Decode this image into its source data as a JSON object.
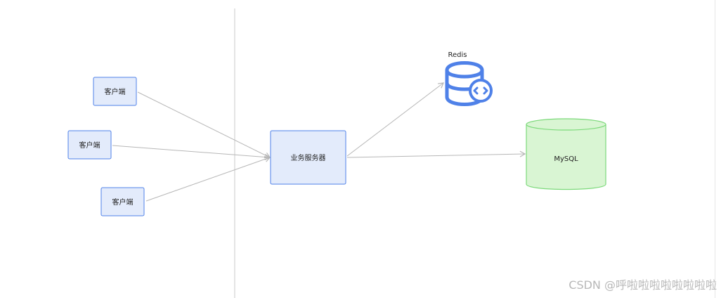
{
  "nodes": {
    "client_1": "客户端",
    "client_2": "客户端",
    "client_3": "客户端",
    "server": "业务服务器",
    "redis": "Redis",
    "mysql": "MySQL"
  },
  "watermark": "CSDN @呼啦啦啦啦啦啦啦啦",
  "colors": {
    "client_fill": "#e3ebfb",
    "client_stroke": "#4f81e8",
    "mysql_fill": "#d9f5d3",
    "mysql_stroke": "#7cd97a",
    "redis_icon": "#4f81e8",
    "connector": "#b7b7b7"
  },
  "icons": {
    "redis": "database-sync-icon",
    "mysql": "cylinder-database-icon"
  }
}
